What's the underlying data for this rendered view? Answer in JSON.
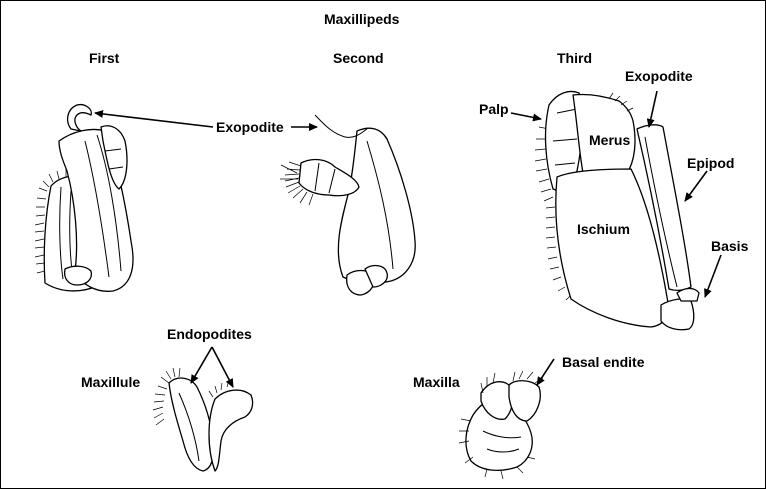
{
  "title": "Maxillipeds",
  "columns": {
    "first": "First",
    "second": "Second",
    "third": "Third"
  },
  "labels": {
    "exopodite_shared": "Exopodite",
    "palp": "Palp",
    "exopodite_third": "Exopodite",
    "merus": "Merus",
    "epipod": "Epipod",
    "ischium": "Ischium",
    "basis": "Basis",
    "endopodites": "Endopodites",
    "maxillule": "Maxillule",
    "maxilla": "Maxilla",
    "basal_endite": "Basal endite"
  },
  "icons": {
    "first_maxilliped": "first-maxilliped-illustration",
    "second_maxilliped": "second-maxilliped-illustration",
    "third_maxilliped": "third-maxilliped-illustration",
    "maxillule": "maxillule-illustration",
    "maxilla": "maxilla-illustration"
  }
}
